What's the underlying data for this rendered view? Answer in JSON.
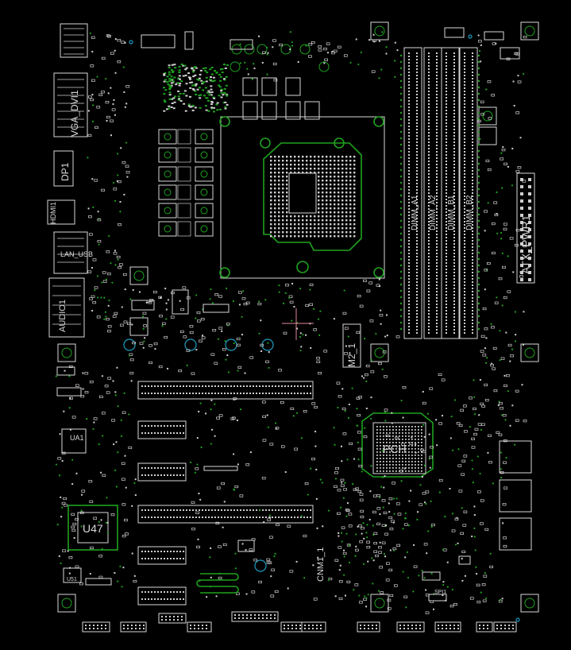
{
  "board": {
    "background": "#000000",
    "colors": {
      "silkscreen": "#d9d9d9",
      "copper": "#1fa21f",
      "mounting_hole": "#1e9cc0",
      "crosshair": "#e08a9a"
    }
  },
  "labels": {
    "vga": "VGA_DVI1",
    "dp": "DP1",
    "hdmi": "HDMI1",
    "lan": "LAN_USB",
    "audio": "AUDIO1",
    "dimm_a1": "DIMM_A1",
    "dimm_a2": "DIMM_A2",
    "dimm_b1": "DIMM_B1",
    "dimm_b2": "DIMM_B2",
    "atx": "ATX_PWR1",
    "m2": "M2_1",
    "pch": "PCH",
    "ua1": "UA1",
    "u47": "U47",
    "u51": "U51",
    "spi": "SPI1",
    "m2_2": "CNM1_1"
  }
}
